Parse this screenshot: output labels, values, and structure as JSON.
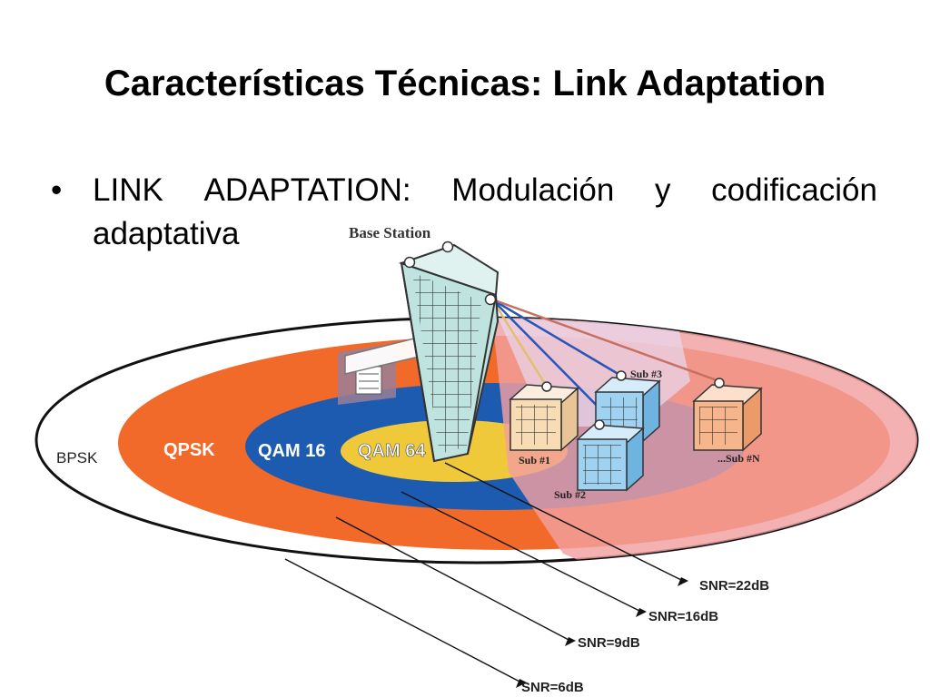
{
  "slide": {
    "title": "Características Técnicas: Link Adaptation",
    "bullet_word1": "LINK",
    "bullet_word2": "ADAPTATION:",
    "bullet_word3": "Modulación",
    "bullet_word4": "y",
    "bullet_word5": "codificación",
    "bullet_word6": "adaptativa"
  },
  "diagram": {
    "base_station_label": "Base Station",
    "zones": [
      "BPSK",
      "QPSK",
      "QAM 16",
      "QAM 64"
    ],
    "subscribers": [
      "Sub #1",
      "Sub #2",
      "Sub #3",
      "...Sub #N"
    ],
    "snr_labels": [
      "SNR=22dB",
      "SNR=16dB",
      "SNR=9dB",
      "SNR=6dB"
    ],
    "colors": {
      "qpsk": "#f26a2a",
      "qam16": "#1c5bb0",
      "qam64": "#f0c93a",
      "coverage_sector": "#f2a0a0",
      "tower": "#bfe4e0",
      "sub_beige": "#f7dcb4",
      "sub_blue": "#9fd1f0",
      "sub_orange": "#f6b58a"
    }
  }
}
